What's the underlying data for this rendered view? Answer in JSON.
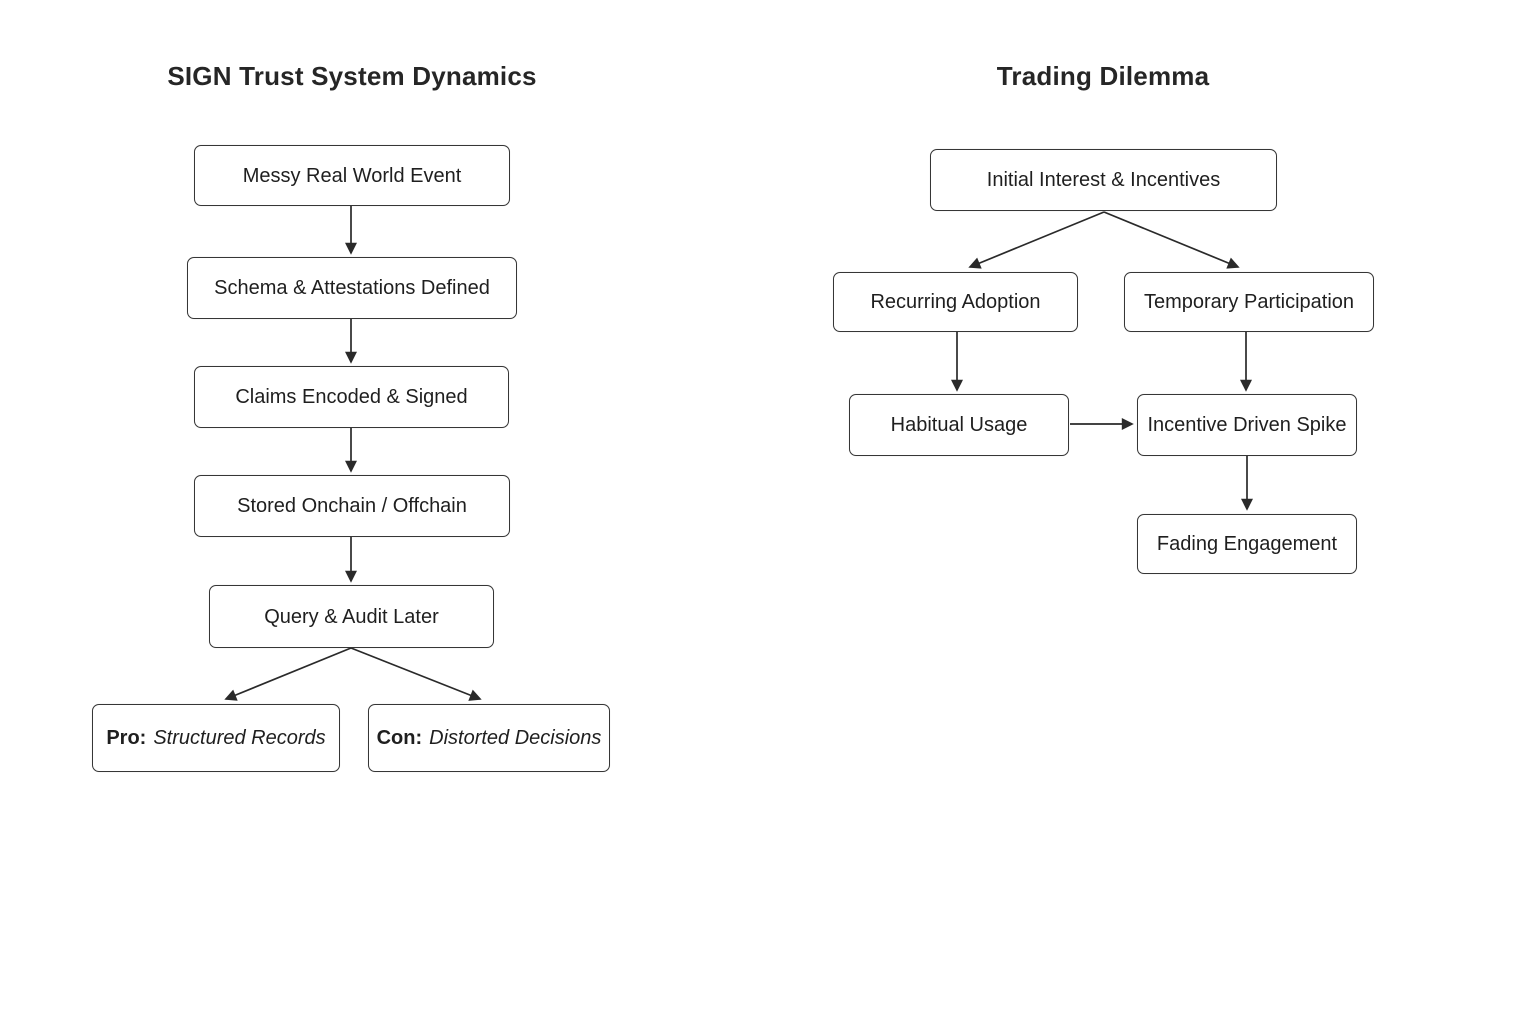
{
  "page": {
    "background_color": "#ffffff",
    "node_fill_color": "#ffffff",
    "node_border_color": "#363636",
    "text_color": "#1f1f1f",
    "edge_color": "#2a2a2a"
  },
  "left_chart": {
    "title": "SIGN Trust System Dynamics",
    "nodes": [
      {
        "id": "messy",
        "label": "Messy Real World Event"
      },
      {
        "id": "schema",
        "label": "Schema & Attestations Defined"
      },
      {
        "id": "claims",
        "label": "Claims Encoded & Signed"
      },
      {
        "id": "stored",
        "label": "Stored Onchain / Offchain"
      },
      {
        "id": "query",
        "label": "Query & Audit Later"
      },
      {
        "id": "pro",
        "prefix": "Pro:",
        "label": "Structured Records"
      },
      {
        "id": "con",
        "prefix": "Con:",
        "label": "Distorted Decisions"
      }
    ],
    "edges": [
      {
        "from": "messy",
        "to": "schema"
      },
      {
        "from": "schema",
        "to": "claims"
      },
      {
        "from": "claims",
        "to": "stored"
      },
      {
        "from": "stored",
        "to": "query"
      },
      {
        "from": "query",
        "to": "pro"
      },
      {
        "from": "query",
        "to": "con"
      }
    ]
  },
  "right_chart": {
    "title": "Trading Dilemma",
    "nodes": [
      {
        "id": "initial",
        "label": "Initial Interest & Incentives"
      },
      {
        "id": "recurring",
        "label": "Recurring Adoption"
      },
      {
        "id": "temporary",
        "label": "Temporary Participation"
      },
      {
        "id": "habitual",
        "label": "Habitual Usage"
      },
      {
        "id": "spike",
        "label": "Incentive Driven Spike"
      },
      {
        "id": "fading",
        "label": "Fading Engagement"
      }
    ],
    "edges": [
      {
        "from": "initial",
        "to": "recurring"
      },
      {
        "from": "initial",
        "to": "temporary"
      },
      {
        "from": "recurring",
        "to": "habitual"
      },
      {
        "from": "temporary",
        "to": "spike"
      },
      {
        "from": "habitual",
        "to": "spike"
      },
      {
        "from": "spike",
        "to": "fading"
      }
    ]
  }
}
